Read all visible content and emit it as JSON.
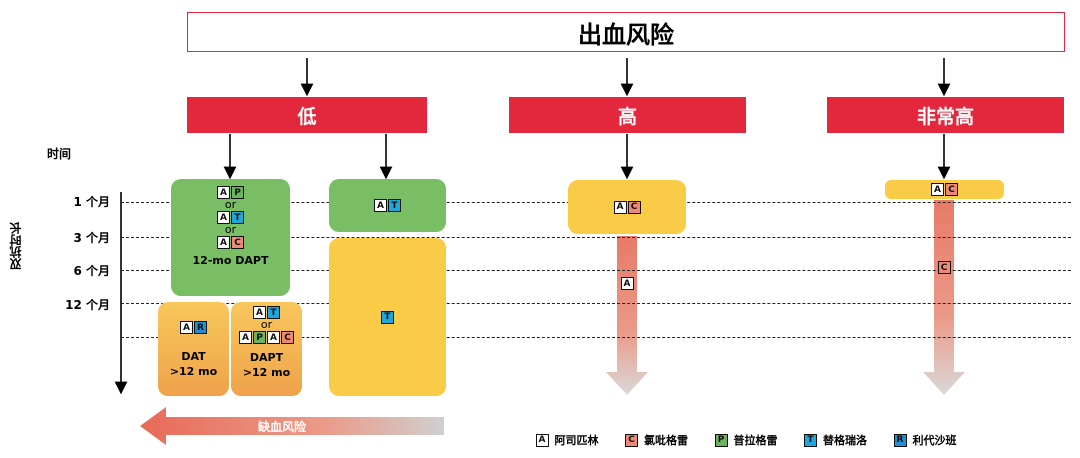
{
  "title": "出血风险",
  "risk_levels": [
    "低",
    "高",
    "非常高"
  ],
  "time_label": "时间",
  "duration_axis_label": "双抗时长",
  "time_ticks": [
    "1 个月",
    "3 个月",
    "6 个月",
    "12 个月"
  ],
  "or_text": "or",
  "low_left": {
    "caption": "12-mo DAPT",
    "options": [
      [
        "A",
        "P"
      ],
      [
        "A",
        "T"
      ],
      [
        "A",
        "C"
      ]
    ]
  },
  "low_left_bottom": [
    {
      "badges": [
        "A",
        "R"
      ],
      "caption_line1": "DAT",
      "caption_line2": ">12 mo"
    },
    {
      "options": [
        [
          "A",
          "T"
        ],
        [
          "A",
          "P",
          "A",
          "C"
        ]
      ],
      "caption_line1": "DAPT",
      "caption_line2": ">12 mo"
    }
  ],
  "low_right": {
    "top_badges": [
      "A",
      "T"
    ],
    "bottom_badges": [
      "T"
    ]
  },
  "high": {
    "top_badges": [
      "A",
      "C"
    ],
    "arrow_badge": [
      "A"
    ]
  },
  "very_high": {
    "top_badges": [
      "A",
      "C"
    ],
    "arrow_badge": [
      "C"
    ]
  },
  "ischemic_arrow_label": "缺血风险",
  "legend": [
    {
      "key": "A",
      "label": "阿司匹林"
    },
    {
      "key": "C",
      "label": "氯吡格雷"
    },
    {
      "key": "P",
      "label": "普拉格雷"
    },
    {
      "key": "T",
      "label": "替格瑞洛"
    },
    {
      "key": "R",
      "label": "利代沙班"
    }
  ],
  "colors": {
    "risk_red": "#e3283e",
    "green": "#79bd65",
    "yellow": "#f9cb47",
    "arrow_salmon": "#e98271"
  }
}
